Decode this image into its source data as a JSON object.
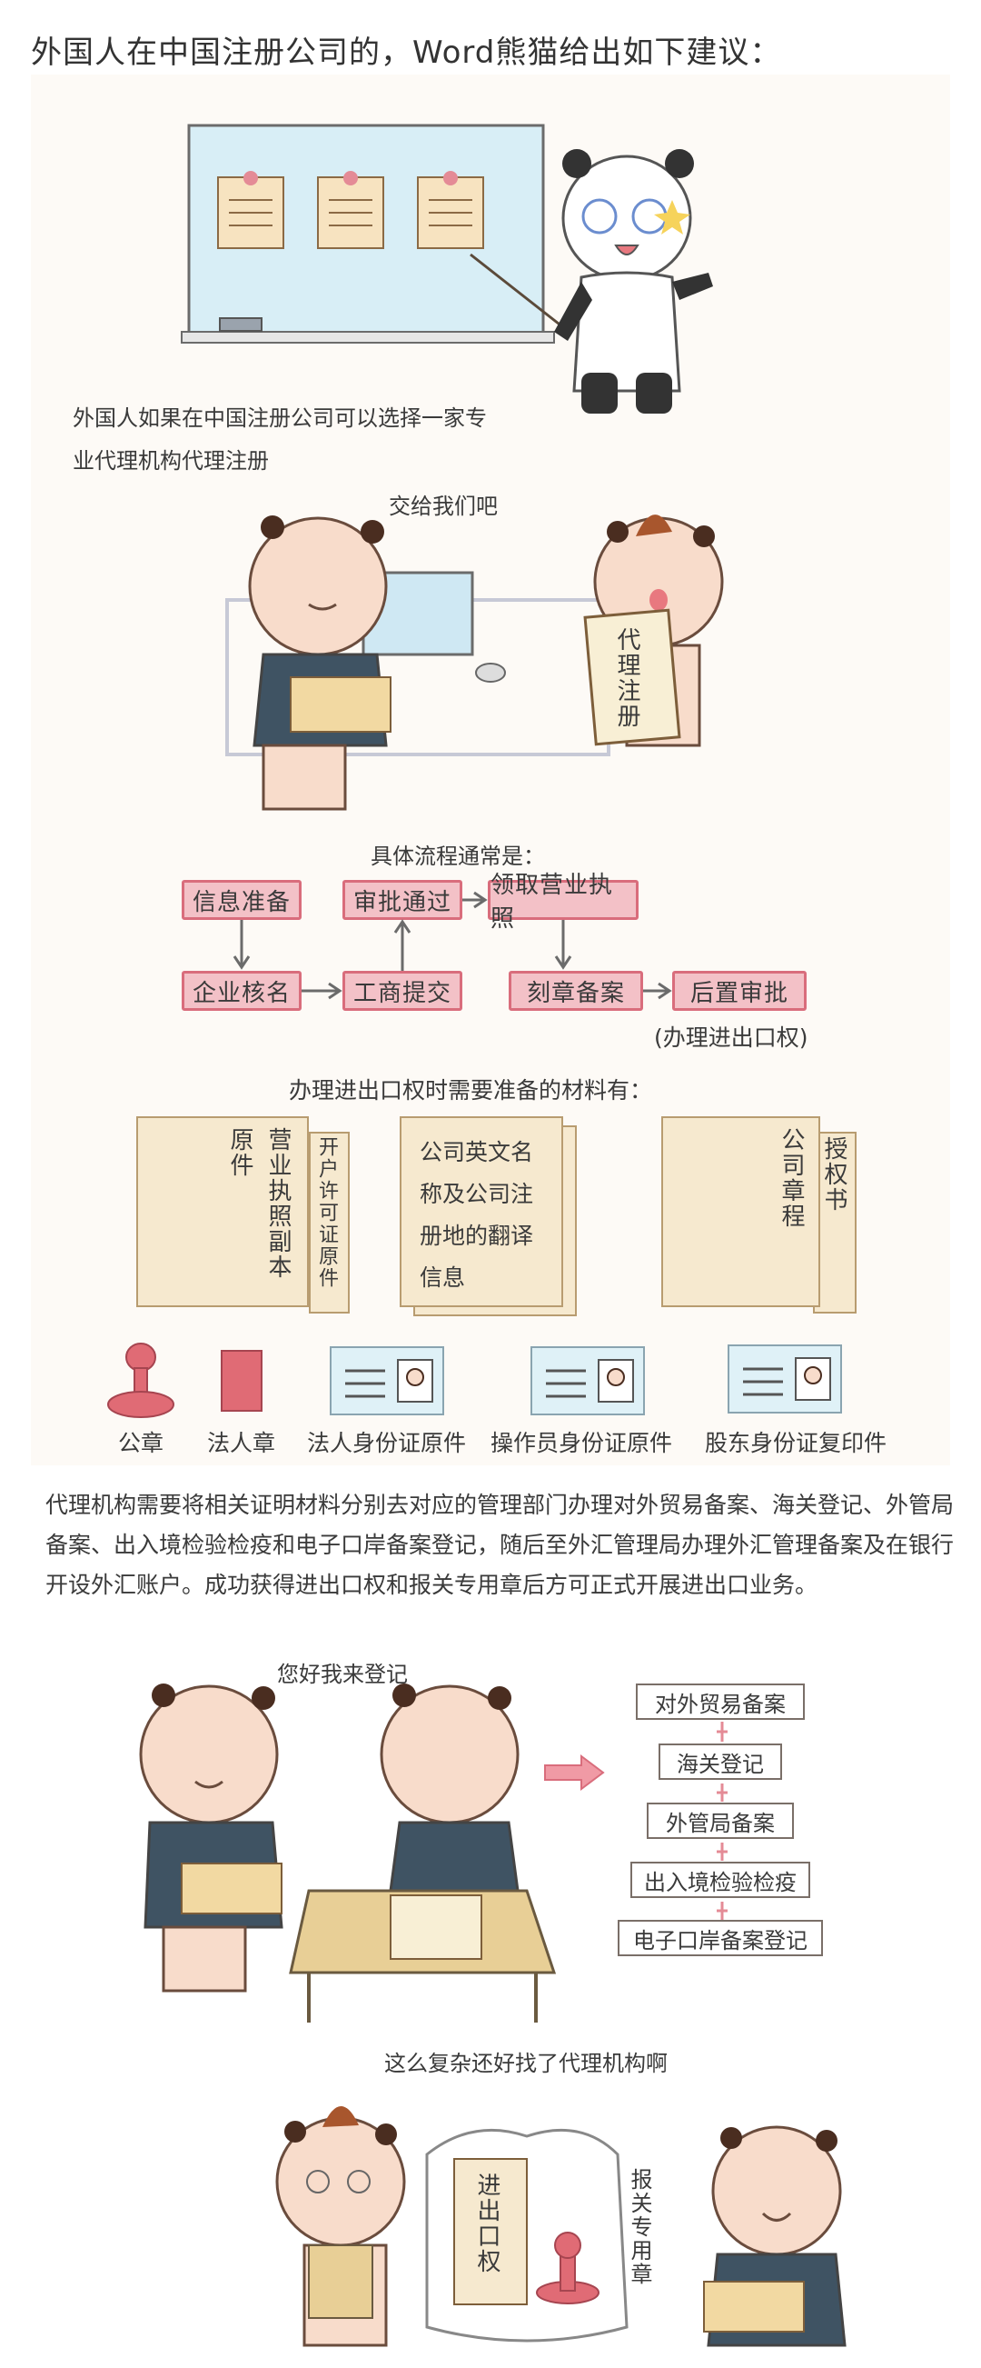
{
  "heading": "外国人在中国注册公司的，Word熊猫给出如下建议：",
  "intro_text_line1": "外国人如果在中国注册公司可以选择一家专",
  "intro_text_line2": "业代理机构代理注册",
  "speech_handover": "交给我们吧",
  "agent_doc_label": "代理注册",
  "flow_title": "具体流程通常是：",
  "flow_steps": {
    "info_prep": "信息准备",
    "approval_pass": "审批通过",
    "license": "领取营业执照",
    "name_check": "企业核名",
    "commerce_submit": "工商提交",
    "seal_filing": "刻章备案",
    "post_approval": "后置审批"
  },
  "flow_note": "(办理进出口权)",
  "materials_title": "办理进出口权时需要准备的材料有：",
  "materials": {
    "doc1_front": "营业执照副本",
    "doc1_back": "原件",
    "doc1_side": "开户许可证原件",
    "doc2_line1": "公司英文名",
    "doc2_line2": "称及公司注",
    "doc2_line3": "册地的翻译",
    "doc2_line4": "信息",
    "doc3_front": "公司章程",
    "doc3_side": "授权书"
  },
  "items": {
    "official_seal": "公章",
    "legal_seal": "法人章",
    "legal_id": "法人身份证原件",
    "operator_id": "操作员身份证原件",
    "shareholder_id": "股东身份证复印件"
  },
  "paragraph": "代理机构需要将相关证明材料分别去对应的管理部门办理对外贸易备案、海关登记、外管局备案、出入境检验检疫和电子口岸备案登记，随后至外汇管理局办理外汇管理备案及在银行开设外汇账户。成功获得进出口权和报关专用章后方可正式开展进出口业务。",
  "speech_register": "您好我来登记",
  "register_steps": [
    "对外贸易备案",
    "海关登记",
    "外管局备案",
    "出入境检验检疫",
    "电子口岸备案登记"
  ],
  "speech_complex": "这么复杂还好找了代理机构啊",
  "final_doc": "进出口权",
  "final_seal": "报关专用章",
  "colors": {
    "flow_fill": "#f3c1c7",
    "flow_border": "#d96d7c",
    "paper": "#f6e9cf",
    "panel_bg": "#fdfaf6"
  }
}
